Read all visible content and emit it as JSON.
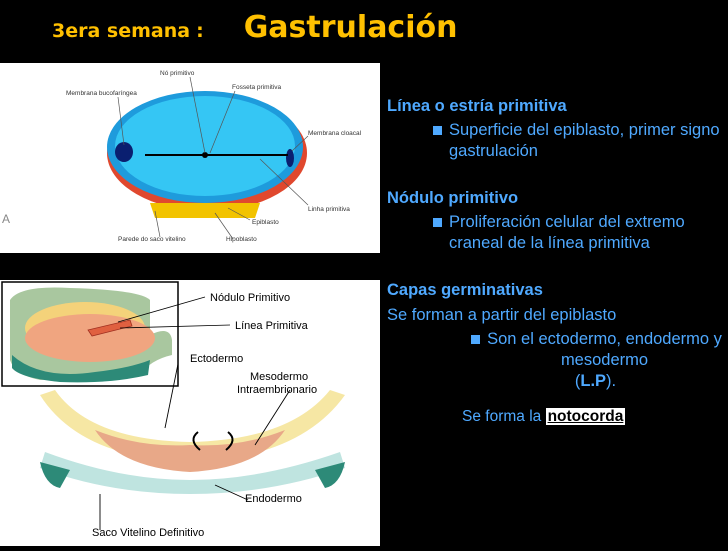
{
  "title": {
    "part1": "3era semana",
    "colon": ":",
    "main": "Gastrulación"
  },
  "figure_top": {
    "labels": {
      "no_primitivo": "Nó primitivo",
      "membrana_buco": "Membrana bucofaríngea",
      "fosseta": "Fosseta primitiva",
      "membrana_cloacal": "Membrana cloacal",
      "linha": "Linha primitiva",
      "epiblasto": "Epiblasto",
      "hipoblasto": "Hipoblasto",
      "parede": "Parede do saco vitelino",
      "side_letter": "A"
    }
  },
  "figure_bottom": {
    "labels": {
      "nodulo": "Nódulo Primitivo",
      "linea": "Línea Primitiva",
      "ectodermo": "Ectodermo",
      "mesodermo1": "Mesodermo",
      "mesodermo2": "Intraembrionario",
      "endodermo": "Endodermo",
      "saco": "Saco Vitelino Definitivo"
    }
  },
  "content": {
    "h1": "Línea o estría primitiva",
    "b1": "Superficie del epiblasto, primer signo gastrulación",
    "h2": "Nódulo primitivo",
    "b2": "Proliferación celular del extremo craneal de la línea primitiva",
    "h3": "Capas germinativas",
    "p3": "Se forman a partir del epiblasto",
    "b3a": "Son el ectodermo, endodermo y mesodermo",
    "b3b_pre": "(",
    "b3b_bold": "L.P",
    "b3b_post": ").",
    "noto_pre": "Se forma la ",
    "noto_bold": "notocorda"
  }
}
